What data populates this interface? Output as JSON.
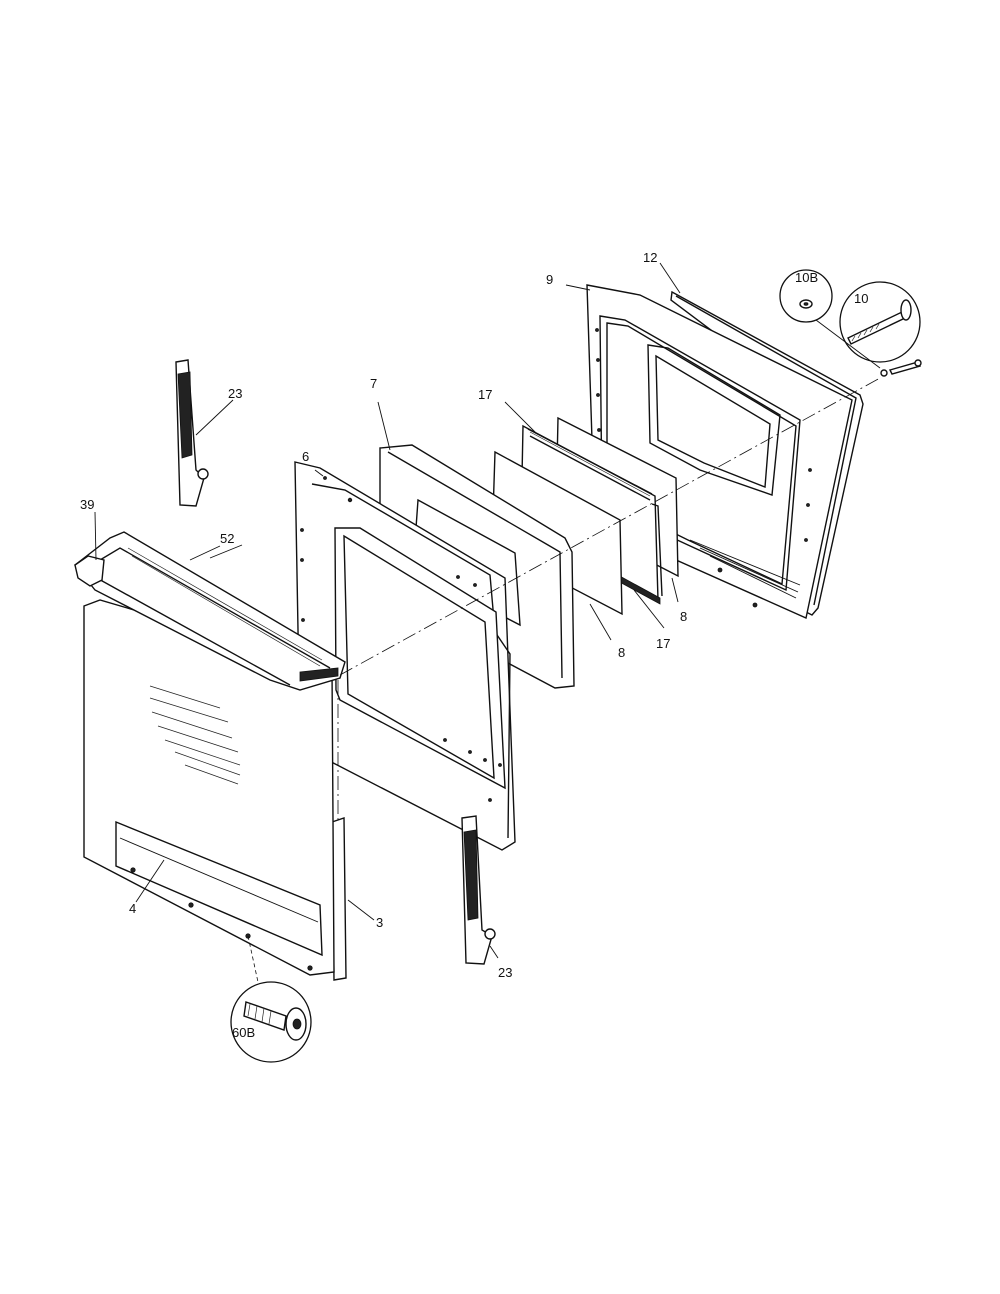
{
  "diagram": {
    "labels": {
      "p3": "3",
      "p4": "4",
      "p6": "6",
      "p7": "7",
      "p8a": "8",
      "p8b": "8",
      "p9": "9",
      "p10": "10",
      "p10b": "10B",
      "p12": "12",
      "p17a": "17",
      "p17b": "17",
      "p23a": "23",
      "p23b": "23",
      "p39": "39",
      "p52": "52",
      "p60b": "60B"
    }
  }
}
